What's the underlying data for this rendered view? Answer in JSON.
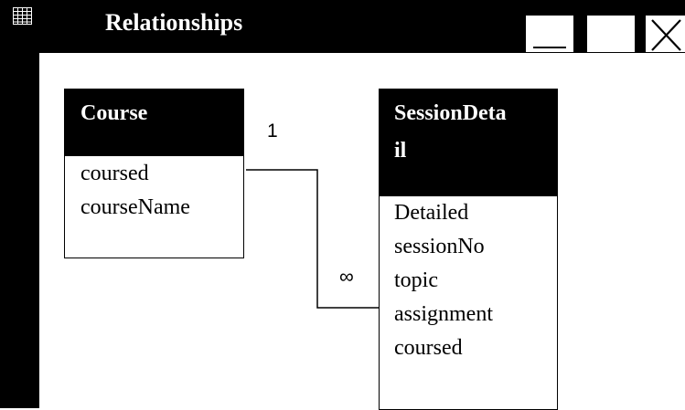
{
  "window": {
    "title": "Relationships",
    "icon": "datasheet-icon",
    "controls": {
      "minimize": "minimize",
      "maximize": "maximize",
      "close": "X"
    }
  },
  "tables": {
    "course": {
      "name": "Course",
      "fields": [
        "coursed",
        "courseName"
      ]
    },
    "session_detail": {
      "name_line1": "SessionDeta",
      "name_line2": "il",
      "fields": [
        "Detailed",
        "sessionNo",
        "topic",
        "assignment",
        "coursed"
      ]
    }
  },
  "relationship": {
    "one_side": "1",
    "many_side": "∞"
  },
  "colors": {
    "titlebar": "#000000",
    "header": "#000000",
    "header_text": "#ffffff",
    "background": "#ffffff"
  }
}
